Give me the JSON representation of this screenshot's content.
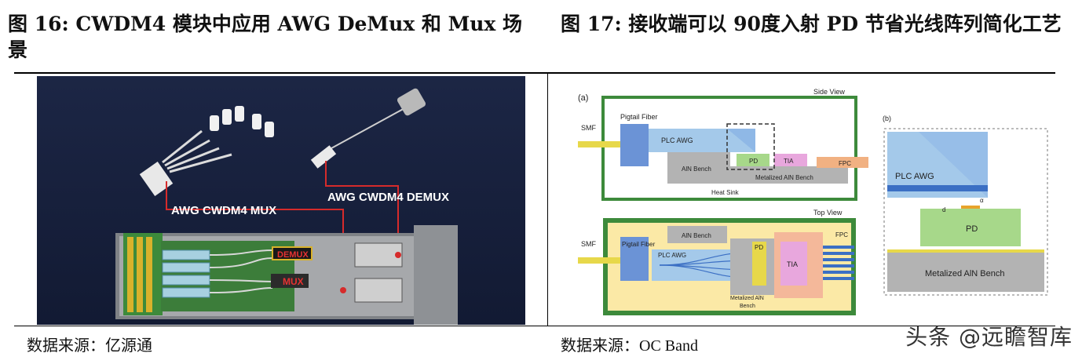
{
  "left_figure": {
    "caption": "图 16:   CWDM4 模块中应用 AWG DeMux 和 Mux 场景",
    "mux_label": "AWG CWDM4 MUX",
    "demux_label": "AWG CWDM4 DEMUX",
    "demux_chip": "DEMUX",
    "mux_chip": "MUX",
    "source": "数据来源：亿源通"
  },
  "right_figure": {
    "caption": "图 17:  接收端可以 90度入射 PD 节省光线阵列简化工艺",
    "panel_a": "(a)",
    "panel_b": "(b)",
    "side_view": "Side View",
    "top_view": "Top View",
    "smf": "SMF",
    "pigtail_fiber": "Pigtail Fiber",
    "plc_awg": "PLC AWG",
    "pd": "PD",
    "tia": "TIA",
    "fpc": "FPC",
    "ain_bench": "AlN Bench",
    "metalized_ain_bench": "Metalized AlN Bench",
    "metalized_ain_bench_short": "Metalized AlN",
    "bench": "Bench",
    "heat_sink": "Heat Sink",
    "d_label": "d",
    "alpha_label": "α",
    "source": "数据来源：OC Band"
  },
  "watermark": "头条 @远瞻智库"
}
